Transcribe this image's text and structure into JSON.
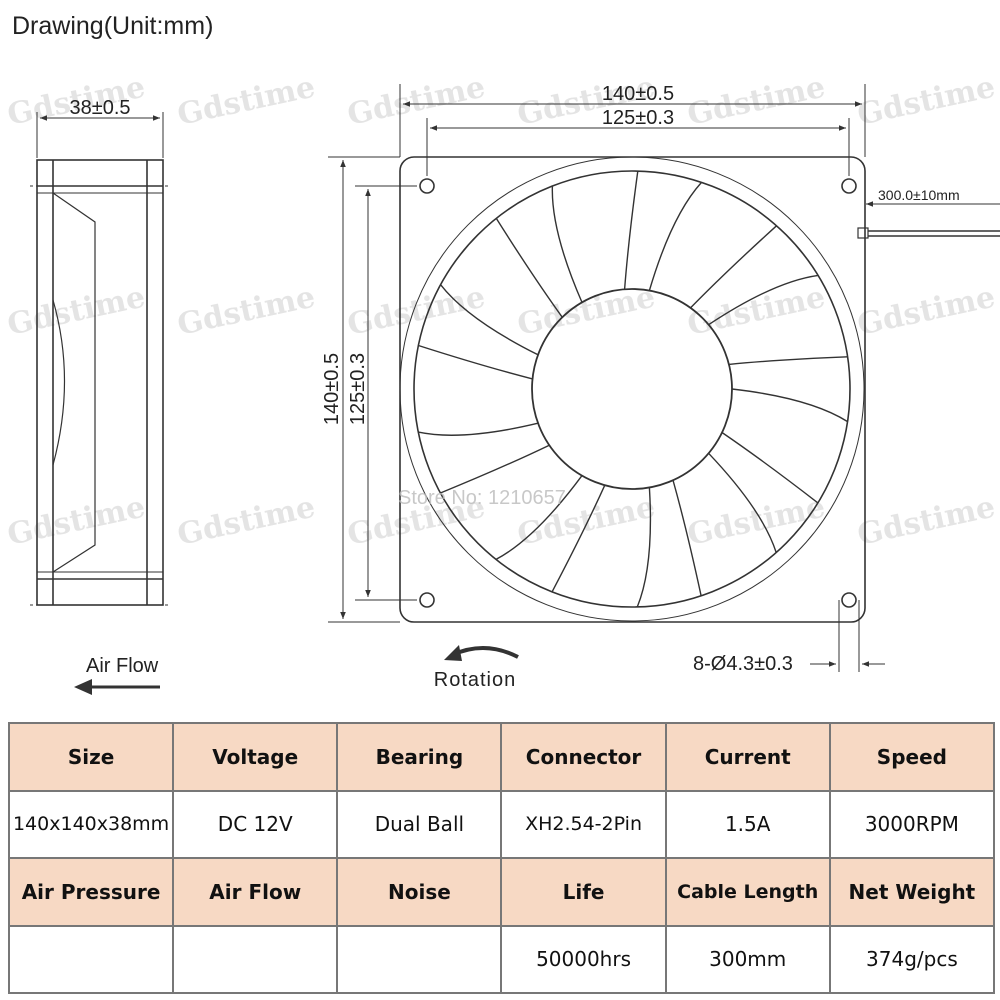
{
  "drawing": {
    "title": "Drawing(Unit:mm)",
    "side_width": "38±0.5",
    "outer_width": "140±0.5",
    "hole_spacing_h": "125±0.3",
    "outer_height": "140±0.5",
    "hole_spacing_v": "125±0.3",
    "cable_length": "300.0±10mm",
    "holes": "8-Ø4.3±0.3",
    "rotation_label": "Rotation",
    "airflow_label": "Air Flow",
    "watermark": "Gdstime",
    "store_label": "Store No: 1210657"
  },
  "specs": {
    "headers_row1": [
      "Size",
      "Voltage",
      "Bearing",
      "Connector",
      "Current",
      "Speed"
    ],
    "values_row1": [
      "140x140x38mm",
      "DC 12V",
      "Dual Ball",
      "XH2.54-2Pin",
      "1.5A",
      "3000RPM"
    ],
    "headers_row2": [
      "Air Pressure",
      "Air Flow",
      "Noise",
      "Life",
      "Cable Length",
      "Net Weight"
    ],
    "values_row2": [
      "",
      "",
      "",
      "50000hrs",
      "300mm",
      "374g/pcs"
    ]
  }
}
